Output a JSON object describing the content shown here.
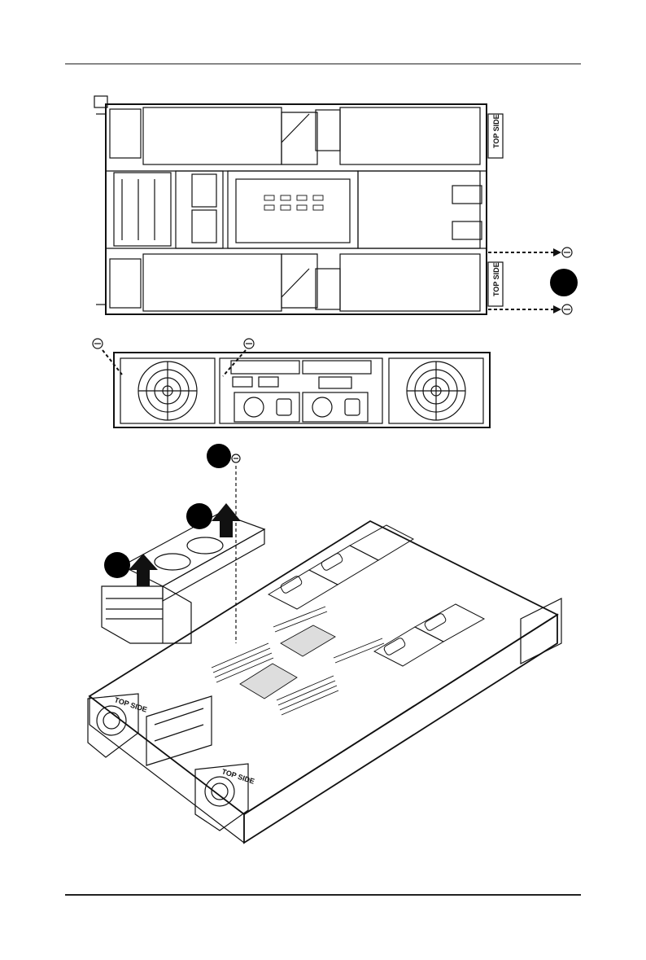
{
  "figure": {
    "top_view_labels": [
      "TOP SIDE",
      "TOP SIDE"
    ],
    "iso_view_labels": [
      "TOP SIDE",
      "TOP SIDE"
    ]
  },
  "step_badges": [
    "",
    "",
    "",
    ""
  ]
}
